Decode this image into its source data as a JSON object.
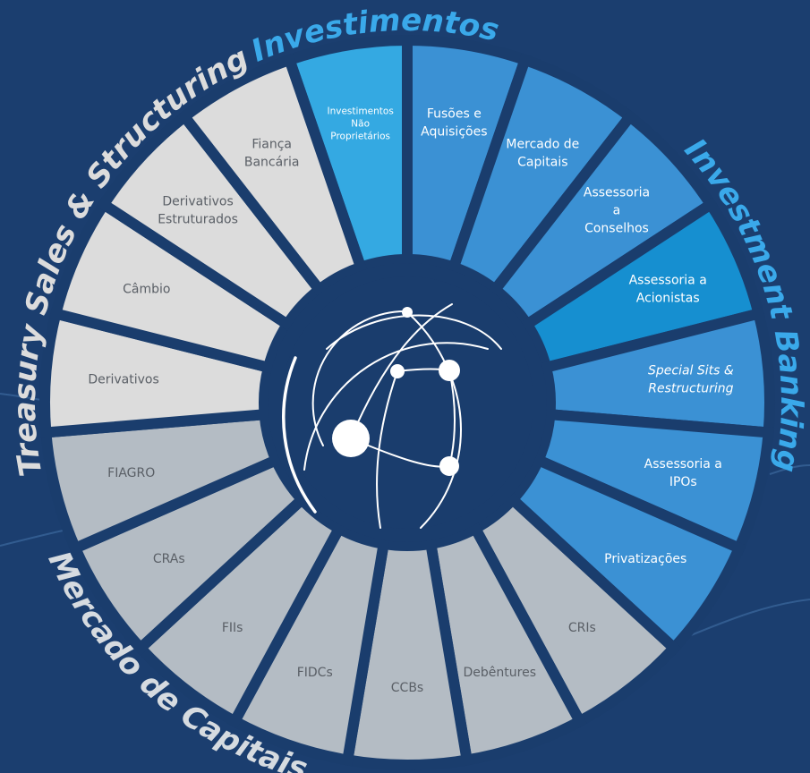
{
  "colors": {
    "background": "#1b3e6f",
    "separator": "#1a3d6d",
    "hub": "#1a3d6d",
    "investimentos": "#34a9e2",
    "investment_banking": "#3b91d4",
    "investment_banking_highlight": "#168fd0",
    "treasury": "#dcdcdc",
    "mercado": "#b4bcc4",
    "title_investimentos": "#3aa9ea",
    "title_investment_banking": "#3aa9ea",
    "title_treasury": "#dcdcdc",
    "title_mercado": "#d6dbe0",
    "text_dark": "#5a5f66",
    "text_light": "#ffffff"
  },
  "hub_icon": "network-globe-icon",
  "groups": [
    {
      "id": "investimentos",
      "title": "Investimentos"
    },
    {
      "id": "investment_banking",
      "title": "Investment Banking"
    },
    {
      "id": "treasury",
      "title": "Treasury Sales & Structuring"
    },
    {
      "id": "mercado",
      "title": "Mercado de Capitais"
    }
  ],
  "segments": [
    {
      "group": "investimentos",
      "lines": [
        "Investimentos",
        "Não",
        "Proprietários"
      ],
      "small": true
    },
    {
      "group": "investment_banking",
      "lines": [
        "Fusões e",
        "Aquisições"
      ]
    },
    {
      "group": "investment_banking",
      "lines": [
        "Mercado de",
        "Capitais"
      ]
    },
    {
      "group": "investment_banking",
      "lines": [
        "Assessoria",
        "a",
        "Conselhos"
      ]
    },
    {
      "group": "investment_banking",
      "lines": [
        "Assessoria a",
        "Acionistas"
      ],
      "highlight": true
    },
    {
      "group": "investment_banking",
      "lines": [
        "Special Sits &",
        "Restructuring"
      ],
      "italic": true
    },
    {
      "group": "investment_banking",
      "lines": [
        "Assessoria a",
        "IPOs"
      ]
    },
    {
      "group": "investment_banking",
      "lines": [
        "Privatizações"
      ]
    },
    {
      "group": "mercado",
      "lines": [
        "CRIs"
      ]
    },
    {
      "group": "mercado",
      "lines": [
        "Debêntures"
      ]
    },
    {
      "group": "mercado",
      "lines": [
        "CCBs"
      ]
    },
    {
      "group": "mercado",
      "lines": [
        "FIDCs"
      ]
    },
    {
      "group": "mercado",
      "lines": [
        "FIIs"
      ]
    },
    {
      "group": "mercado",
      "lines": [
        "CRAs"
      ]
    },
    {
      "group": "mercado",
      "lines": [
        "FIAGRO"
      ]
    },
    {
      "group": "treasury",
      "lines": [
        "Derivativos"
      ]
    },
    {
      "group": "treasury",
      "lines": [
        "Câmbio"
      ]
    },
    {
      "group": "treasury",
      "lines": [
        "Derivativos",
        "Estruturados"
      ]
    },
    {
      "group": "treasury",
      "lines": [
        "Fiança",
        "Bancária"
      ]
    }
  ]
}
